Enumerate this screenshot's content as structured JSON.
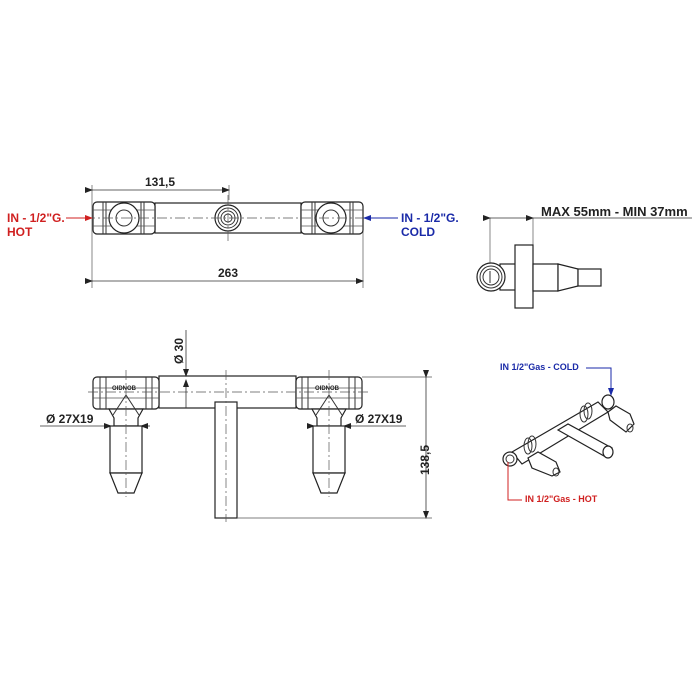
{
  "drawing": {
    "title": "Wall-mount mixer connection kit - technical drawing",
    "colors": {
      "hot": "#d02020",
      "cold": "#1a2aa8",
      "line": "#333333"
    },
    "top_view": {
      "dim_center_spacing": "131,5",
      "dim_overall_length": "263",
      "hot_label_line1": "IN - 1/2\"G.",
      "hot_label_line2": "HOT",
      "cold_label_line1": "IN - 1/2\"G.",
      "cold_label_line2": "COLD"
    },
    "side_view": {
      "dim_depth": "MAX 55mm - MIN 37mm"
    },
    "front_view": {
      "dim_tube_diameter": "Ø 30",
      "dim_left_fitting": "Ø 27X19",
      "dim_right_fitting": "Ø 27X19",
      "dim_height": "138,5",
      "brand_left": "OIDNOB",
      "brand_right": "OIDNOB"
    },
    "iso_view": {
      "cold_label": "IN 1/2\"Gas - COLD",
      "hot_label": "IN 1/2\"Gas - HOT"
    }
  }
}
